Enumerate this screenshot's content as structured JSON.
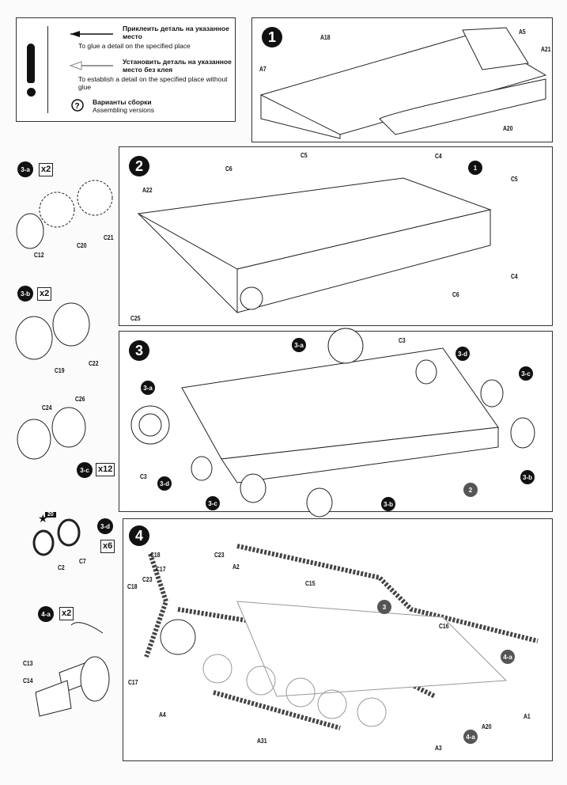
{
  "legend": {
    "glue_ru": "Приклеить деталь на указанное место",
    "glue_en": "To glue a detail on the specified place",
    "noglue_ru": "Установить деталь на указанное место без клея",
    "noglue_en": "To establish a detail on the specified place without glue",
    "versions_ru": "Варианты сборки",
    "versions_en": "Assembling versions",
    "icons": [
      "exclamation-icon",
      "solid-arrow-icon",
      "hollow-arrow-icon",
      "question-circle-icon"
    ]
  },
  "steps": [
    "1",
    "2",
    "3",
    "4"
  ],
  "step1_labels": [
    "A18",
    "A5",
    "A21",
    "A7",
    "A20"
  ],
  "step2_labels": [
    "C5",
    "C4",
    "C6",
    "A22",
    "C5",
    "C4",
    "C6",
    "C25"
  ],
  "step2_refs": [
    "1"
  ],
  "step3_labels": [
    "C3",
    "C3"
  ],
  "step3_refs": [
    "3-a",
    "3-d",
    "3-c",
    "3-a",
    "3-d",
    "3-c",
    "3-b",
    "3-b",
    "2"
  ],
  "step4_labels": [
    "C18",
    "C23",
    "C17",
    "A2",
    "C15",
    "C23",
    "C18",
    "C16",
    "C17",
    "A4",
    "A31",
    "A1",
    "A20",
    "A3"
  ],
  "step4_refs": [
    "3",
    "4-a",
    "4-a"
  ],
  "subassemblies": [
    {
      "id": "3-a",
      "qty": "x2",
      "labels": [
        "C12",
        "C20",
        "C21"
      ]
    },
    {
      "id": "3-b",
      "qty": "x2",
      "labels": [
        "C19",
        "C22"
      ]
    },
    {
      "id": "3-c",
      "qty": "x12",
      "labels": [
        "C24",
        "C26"
      ]
    },
    {
      "id": "3-d",
      "qty": "x6",
      "labels": [
        "C2",
        "C7"
      ],
      "note": "20"
    },
    {
      "id": "4-a",
      "qty": "x2",
      "labels": [
        "C13",
        "C14"
      ]
    }
  ]
}
